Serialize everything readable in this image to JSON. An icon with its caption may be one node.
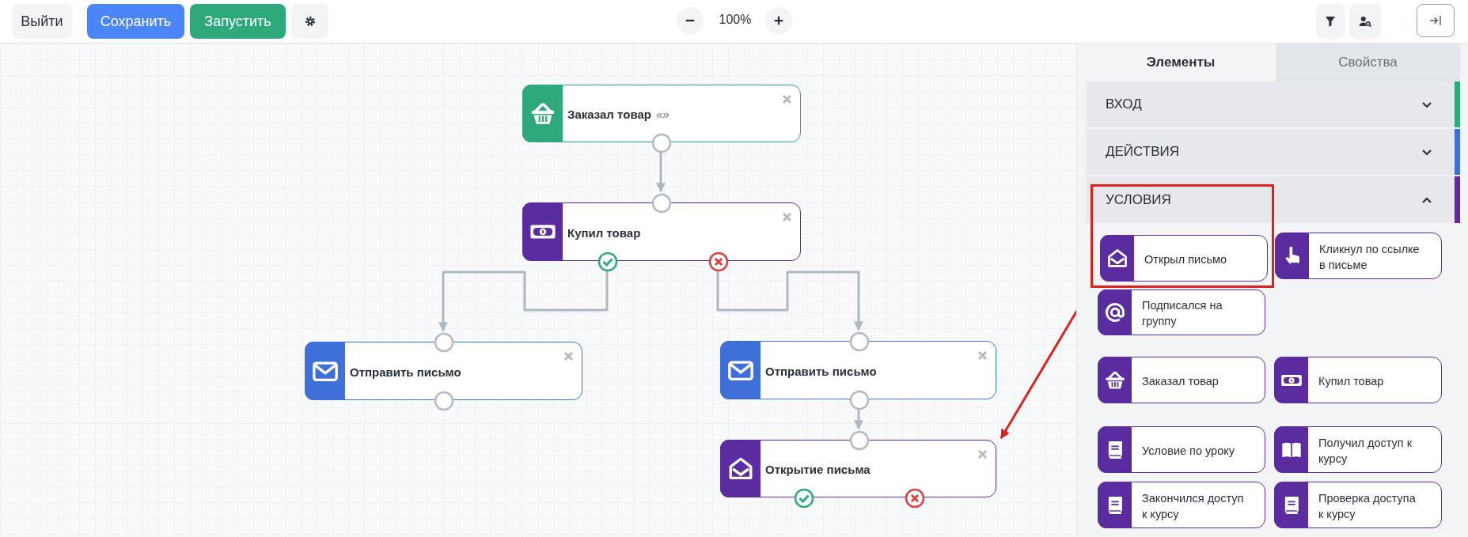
{
  "diagram": {
    "nodes": [
      {
        "text": [
          "Заказал товар",
          "«»"
        ]
      },
      {
        "text": [
          "Купил товар"
        ]
      },
      {
        "text": [
          "Отправить письмо"
        ]
      },
      {
        "text": [
          "Отправить письмо"
        ]
      },
      {
        "text": [
          "Открытие письма"
        ]
      },
      {
        "text": [],
        "shape": "box"
      },
      {
        "text": [
          "Открыл письмо"
        ],
        "in": 5
      },
      {
        "text": [
          "Кликнул по ссылке в письме"
        ]
      },
      {
        "text": [
          "Подписался на группу"
        ]
      },
      {
        "text": [
          "Заказал товар"
        ]
      },
      {
        "text": [
          "Купил товар"
        ]
      },
      {
        "text": [
          "Условие по уроку"
        ]
      },
      {
        "text": [
          "Получил доступ к курсу"
        ]
      },
      {
        "text": [
          "Закончился доступ к курсу"
        ]
      },
      {
        "text": [
          "Проверка доступа к курсу"
        ]
      }
    ],
    "edges": [
      {
        "from": 0,
        "to": 1,
        "arrow": "to"
      },
      {
        "from": 1,
        "to": 2,
        "arrow": "to"
      },
      {
        "from": 1,
        "to": 3,
        "arrow": "to"
      },
      {
        "from": 3,
        "to": 4,
        "arrow": "to"
      },
      {
        "from": 5,
        "to": 4,
        "arrow": "to",
        "color": "#e0201c"
      }
    ],
    "labels": [
      "Выйти",
      "Сохранить",
      "Запустить",
      "100%",
      "Элементы",
      "Свойства",
      "ВХОД",
      "ДЕЙСТВИЯ",
      "УСЛОВИЯ"
    ]
  }
}
